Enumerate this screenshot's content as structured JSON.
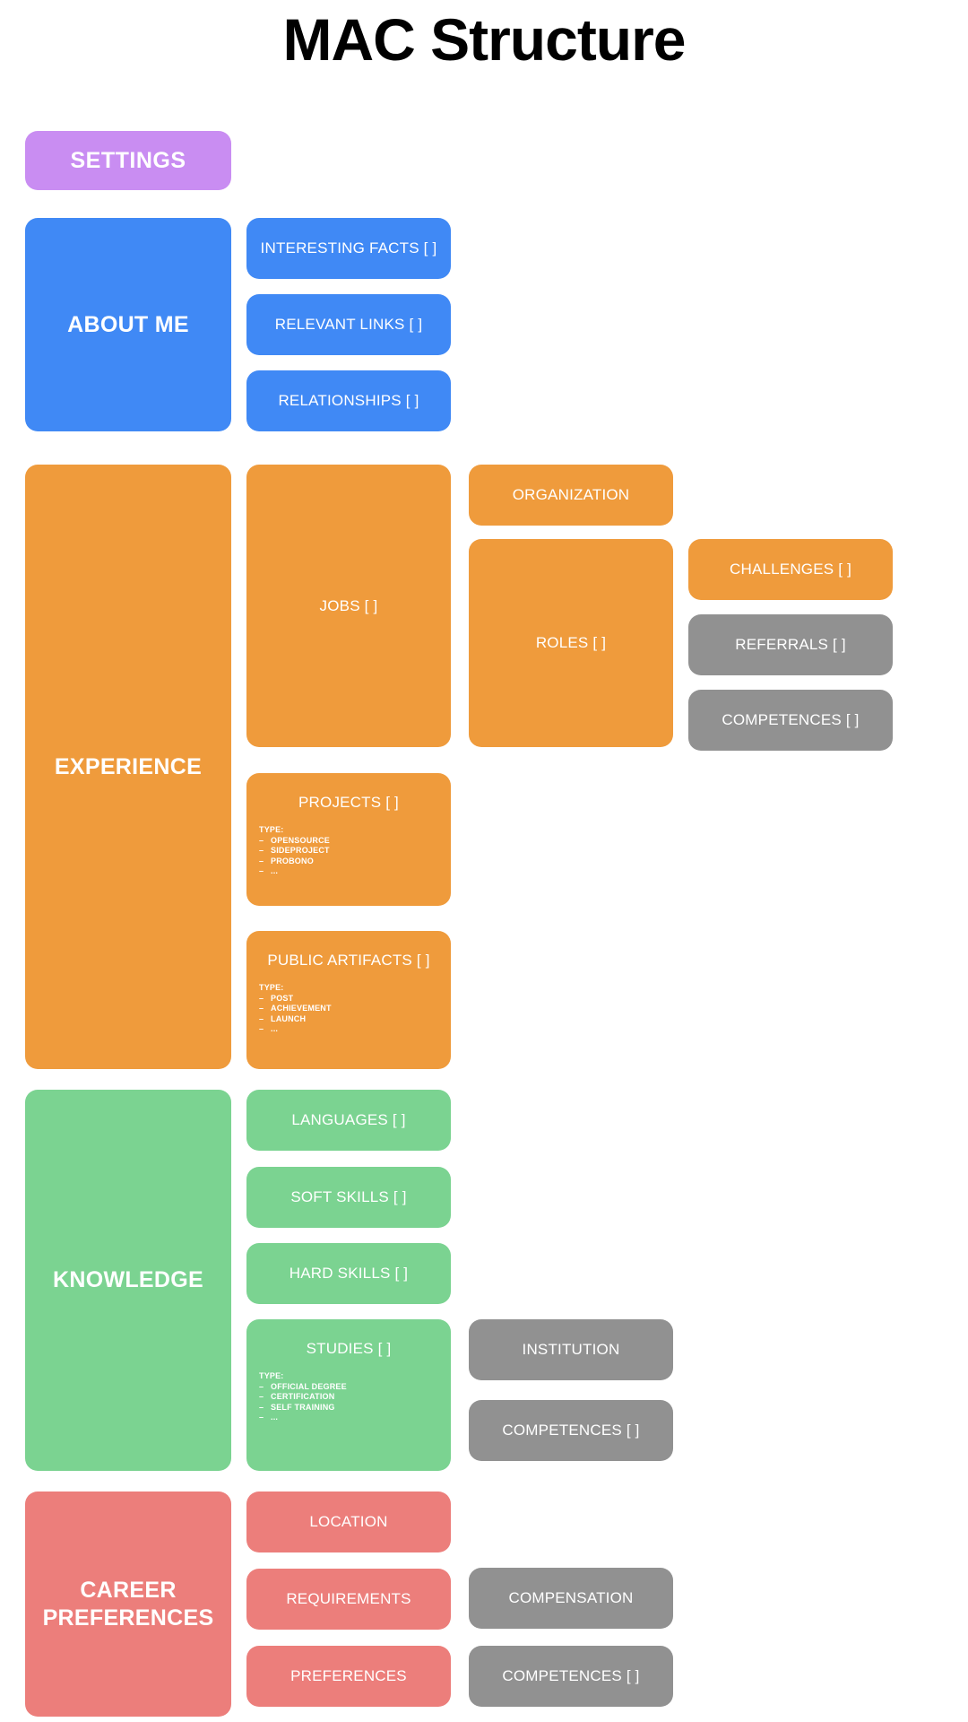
{
  "page": {
    "title": "MAC Structure",
    "background": "#ffffff"
  },
  "palette": {
    "purple": "#c98df2",
    "blue": "#4089f5",
    "orange": "#ef9b3c",
    "green": "#7bd391",
    "red": "#ec7e7b",
    "gray": "#919191",
    "text_on_box": "#ffffff",
    "title_text": "#000000"
  },
  "settings": {
    "label": "SETTINGS",
    "color": "#c98df2"
  },
  "sections": {
    "about_me": {
      "label": "ABOUT ME",
      "color": "#4089f5",
      "children": [
        {
          "label": "INTERESTING FACTS [ ]",
          "color": "#4089f5"
        },
        {
          "label": "RELEVANT LINKS [ ]",
          "color": "#4089f5"
        },
        {
          "label": "RELATIONSHIPS [ ]",
          "color": "#4089f5"
        }
      ]
    },
    "experience": {
      "label": "EXPERIENCE",
      "color": "#ef9b3c",
      "jobs": {
        "label": "JOBS [ ]",
        "color": "#ef9b3c"
      },
      "organization": {
        "label": "ORGANIZATION",
        "color": "#ef9b3c"
      },
      "roles": {
        "label": "ROLES [ ]",
        "color": "#ef9b3c"
      },
      "challenges": {
        "label": "CHALLENGES [ ]",
        "color": "#ef9b3c"
      },
      "referrals": {
        "label": "REFERRALS [ ]",
        "color": "#919191"
      },
      "competences": {
        "label": "COMPETENCES [ ]",
        "color": "#919191"
      },
      "projects": {
        "label": "PROJECTS [ ]",
        "color": "#ef9b3c",
        "type_heading": "TYPE:",
        "types": [
          "OPENSOURCE",
          "SIDEPROJECT",
          "PROBONO",
          "..."
        ]
      },
      "public_artifacts": {
        "label": "PUBLIC ARTIFACTS [ ]",
        "color": "#ef9b3c",
        "type_heading": "TYPE:",
        "types": [
          "POST",
          "ACHIEVEMENT",
          "LAUNCH",
          "..."
        ]
      }
    },
    "knowledge": {
      "label": "KNOWLEDGE",
      "color": "#7bd391",
      "languages": {
        "label": "LANGUAGES [ ]",
        "color": "#7bd391"
      },
      "soft_skills": {
        "label": "SOFT SKILLS [ ]",
        "color": "#7bd391"
      },
      "hard_skills": {
        "label": "HARD SKILLS [ ]",
        "color": "#7bd391"
      },
      "studies": {
        "label": "STUDIES [ ]",
        "color": "#7bd391",
        "type_heading": "TYPE:",
        "types": [
          "OFFICIAL DEGREE",
          "CERTIFICATION",
          "SELF TRAINING",
          "..."
        ]
      },
      "institution": {
        "label": "INSTITUTION",
        "color": "#919191"
      },
      "competences": {
        "label": "COMPETENCES [ ]",
        "color": "#919191"
      }
    },
    "career_preferences": {
      "label": "CAREER\nPREFERENCES",
      "label_line1": "CAREER",
      "label_line2": "PREFERENCES",
      "color": "#ec7e7b",
      "location": {
        "label": "LOCATION",
        "color": "#ec7e7b"
      },
      "requirements": {
        "label": "REQUIREMENTS",
        "color": "#ec7e7b"
      },
      "preferences": {
        "label": "PREFERENCES",
        "color": "#ec7e7b"
      },
      "compensation": {
        "label": "COMPENSATION",
        "color": "#919191"
      },
      "competences": {
        "label": "COMPETENCES [ ]",
        "color": "#919191"
      }
    }
  }
}
